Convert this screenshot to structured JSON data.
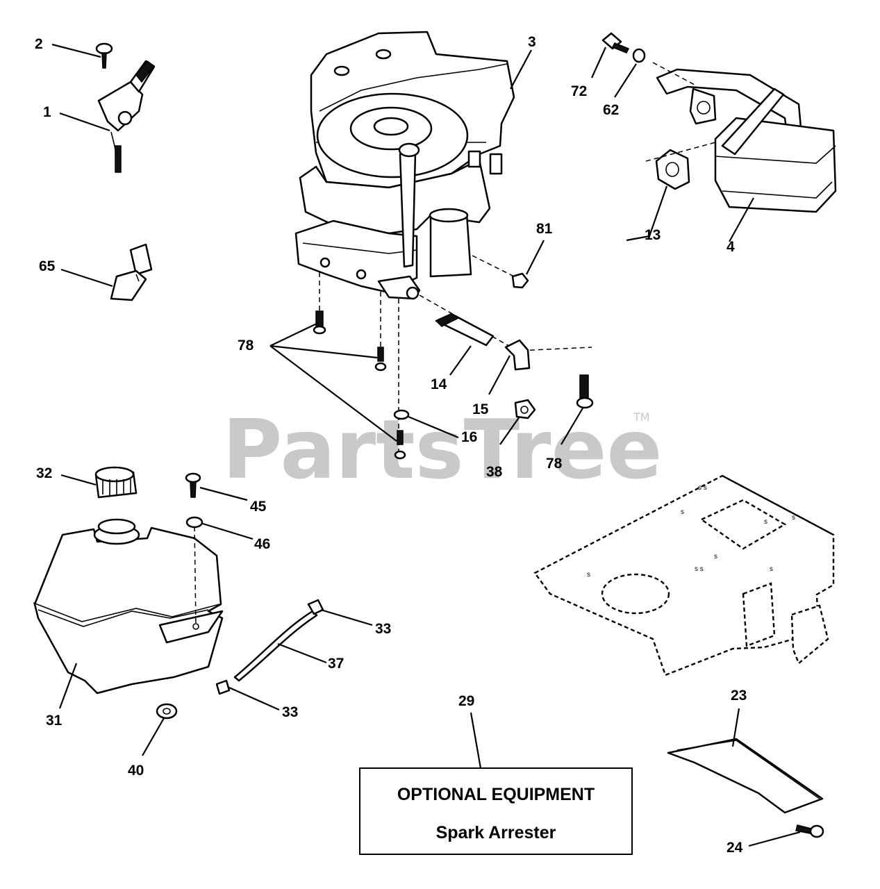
{
  "watermark": {
    "text": "PartsTree",
    "tm": "TM"
  },
  "optional_box": {
    "title": "OPTIONAL EQUIPMENT",
    "subtitle": "Spark Arrester"
  },
  "callouts": {
    "c1": "1",
    "c2": "2",
    "c3": "3",
    "c4": "4",
    "c13": "13",
    "c14": "14",
    "c15": "15",
    "c16": "16",
    "c23": "23",
    "c24": "24",
    "c29": "29",
    "c31": "31",
    "c32": "32",
    "c33a": "33",
    "c33b": "33",
    "c37": "37",
    "c38": "38",
    "c40": "40",
    "c45": "45",
    "c46": "46",
    "c62": "62",
    "c65": "65",
    "c72": "72",
    "c78a": "78",
    "c78b": "78",
    "c81": "81"
  }
}
